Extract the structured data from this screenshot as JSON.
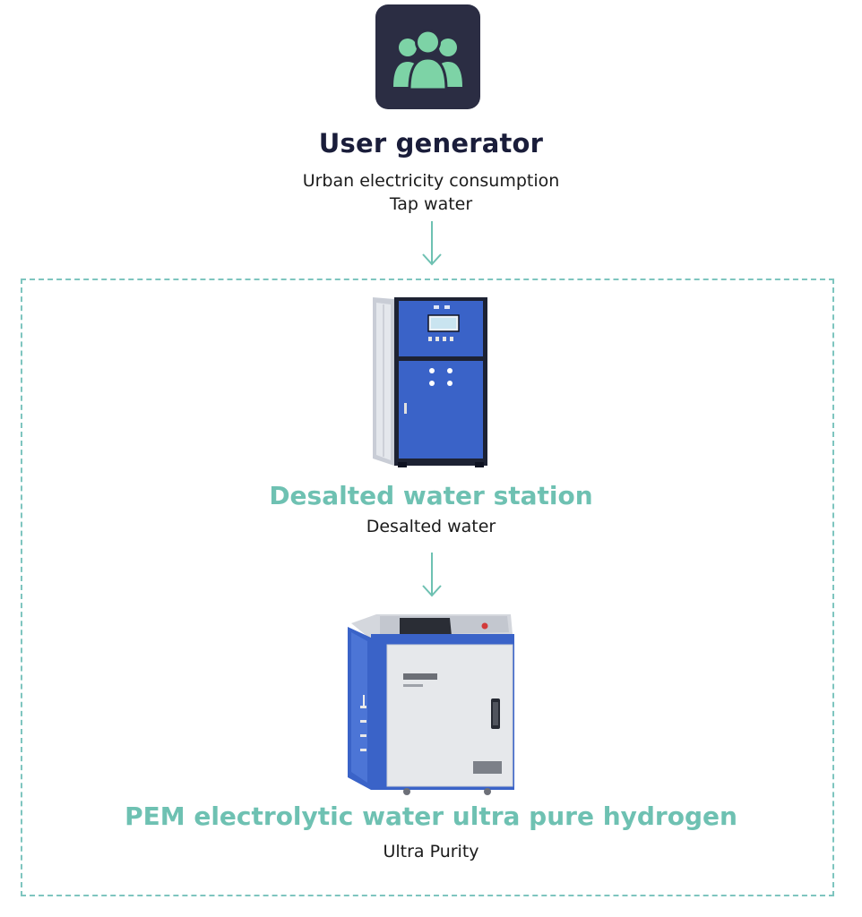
{
  "user": {
    "icon": "users-group-icon",
    "title": "User generator",
    "lines": [
      "Urban electricity consumption",
      "Tap water"
    ]
  },
  "station": {
    "title": "Desalted water station",
    "subtitle": "Desalted  water"
  },
  "pem": {
    "title": "PEM electrolytic water ultra pure hydrogen",
    "subtitle": "Ultra Purity"
  },
  "colors": {
    "accent_teal": "#6ec1b2",
    "dashed_border": "#7ec5bf",
    "tile_bg": "#2b2d43",
    "icon_green": "#7dd3a6",
    "machine_blue": "#3a63c8"
  }
}
